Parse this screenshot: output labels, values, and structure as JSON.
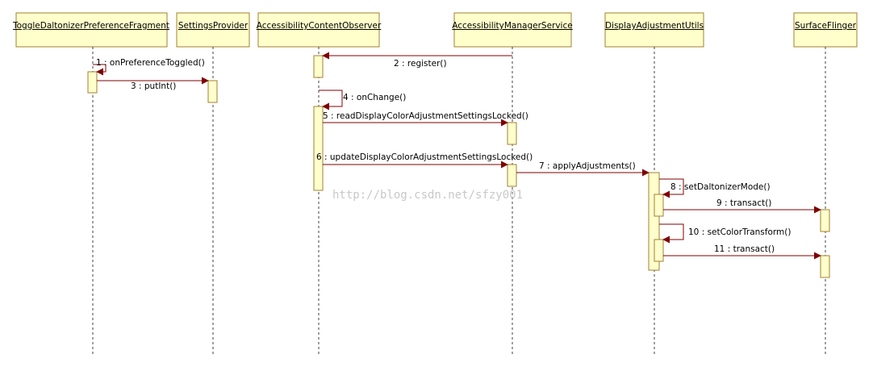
{
  "colors": {
    "box_fill": "#ffffcc",
    "box_stroke": "#a08030",
    "arrow": "#800000",
    "lifeline": "#404040",
    "watermark": "#c8c8c8"
  },
  "lifelines": [
    {
      "id": "toggle",
      "name": "ToggleDaltonizerPreferenceFragment"
    },
    {
      "id": "settings",
      "name": "SettingsProvider"
    },
    {
      "id": "observer",
      "name": "AccessibilityContentObserver"
    },
    {
      "id": "manager",
      "name": "AccessibilityManagerService"
    },
    {
      "id": "display",
      "name": "DisplayAdjustmentUtils"
    },
    {
      "id": "surface",
      "name": "SurfaceFlinger"
    }
  ],
  "messages": [
    {
      "label": "1 : onPreferenceToggled()",
      "from": "toggle",
      "to": "toggle",
      "self": true
    },
    {
      "label": "2 : register()",
      "from": "manager",
      "to": "observer"
    },
    {
      "label": "3 : putInt()",
      "from": "toggle",
      "to": "settings"
    },
    {
      "label": "4 : onChange()",
      "from": "observer",
      "to": "observer",
      "self": true
    },
    {
      "label": "5 : readDisplayColorAdjustmentSettingsLocked()",
      "from": "observer",
      "to": "manager"
    },
    {
      "label": "6 : updateDisplayColorAdjustmentSettingsLocked()",
      "from": "observer",
      "to": "manager"
    },
    {
      "label": "7 : applyAdjustments()",
      "from": "manager",
      "to": "display"
    },
    {
      "label": "8 : setDaltonizerMode()",
      "from": "display",
      "to": "display",
      "self": true
    },
    {
      "label": "9 : transact()",
      "from": "display",
      "to": "surface"
    },
    {
      "label": "10 : setColorTransform()",
      "from": "display",
      "to": "display",
      "self": true
    },
    {
      "label": "11 : transact()",
      "from": "display",
      "to": "surface"
    }
  ],
  "watermark": "http://blog.csdn.net/sfzy001"
}
